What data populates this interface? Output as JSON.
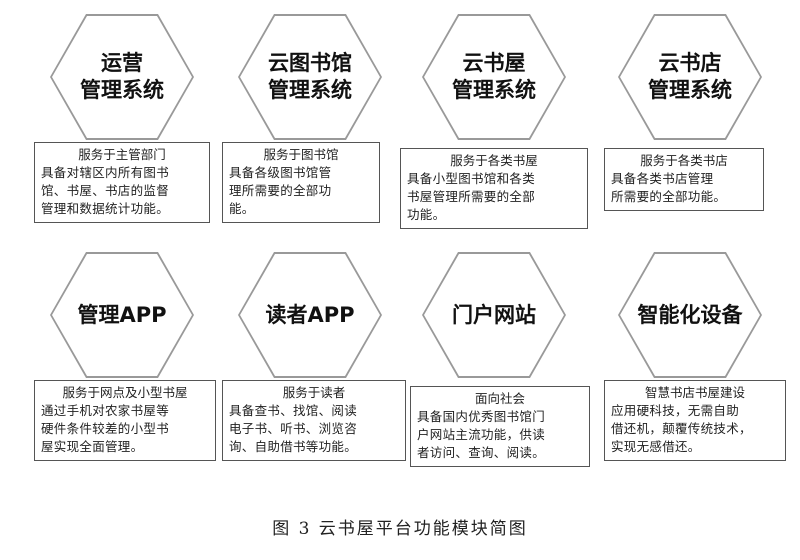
{
  "modules": [
    {
      "title_lines": [
        "运营",
        "管理系统"
      ],
      "desc_title": "服务于主管部门",
      "desc_lines": [
        "具备对辖区内所有图书",
        "馆、书屋、书店的监督",
        "管理和数据统计功能。"
      ]
    },
    {
      "title_lines": [
        "云图书馆",
        "管理系统"
      ],
      "desc_title": "服务于图书馆",
      "desc_lines": [
        "具备各级图书馆管",
        "理所需要的全部功",
        "能。"
      ]
    },
    {
      "title_lines": [
        "云书屋",
        "管理系统"
      ],
      "desc_title": "服务于各类书屋",
      "desc_lines": [
        "具备小型图书馆和各类",
        "书屋管理所需要的全部",
        "功能。"
      ]
    },
    {
      "title_lines": [
        "云书店",
        "管理系统"
      ],
      "desc_title": "服务于各类书店",
      "desc_lines": [
        "具备各类书店管理",
        "所需要的全部功能。"
      ]
    },
    {
      "title_lines": [
        "管理APP"
      ],
      "desc_title": "服务于网点及小型书屋",
      "desc_lines": [
        "通过手机对农家书屋等",
        "硬件条件较差的小型书",
        "屋实现全面管理。"
      ]
    },
    {
      "title_lines": [
        "读者APP"
      ],
      "desc_title": "服务于读者",
      "desc_lines": [
        "具备查书、找馆、阅读",
        "电子书、听书、浏览咨",
        "询、自助借书等功能。"
      ]
    },
    {
      "title_lines": [
        "门户网站"
      ],
      "desc_title": "面向社会",
      "desc_lines": [
        "具备国内优秀图书馆门",
        "户网站主流功能，供读",
        "者访问、查询、阅读。"
      ]
    },
    {
      "title_lines": [
        "智能化设备"
      ],
      "desc_title": "智慧书店书屋建设",
      "desc_lines": [
        "应用硬科技，无需自助",
        "借还机，颠覆传统技术，",
        "实现无感借还。"
      ]
    }
  ],
  "caption": "图 3  云书屋平台功能模块简图"
}
